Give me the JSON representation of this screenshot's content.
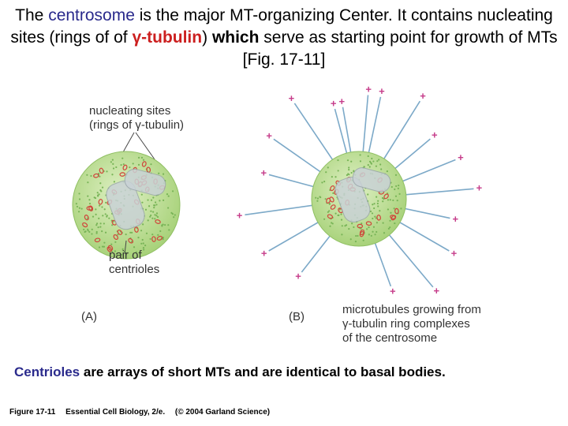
{
  "title": {
    "part1": "The ",
    "centrosome": "centrosome",
    "part2": " is the major MT-organizing Center. It contains nucleating sites (rings of of ",
    "gamma_tubulin": "γ-tubulin",
    "part3": ") ",
    "which": "which",
    "part4": " serve as starting point for growth of MTs [Fig. 17-11]"
  },
  "figure": {
    "panel_a": {
      "label": "(A)",
      "nucleating_line1": "nucleating sites",
      "nucleating_line2": "(rings of γ-tubulin)",
      "centrioles_line1": "pair of",
      "centrioles_line2": "centrioles"
    },
    "panel_b": {
      "label": "(B)",
      "mt_line1": "microtubules growing from",
      "mt_line2": "γ-tubulin ring complexes",
      "mt_line3": "of the centrosome",
      "plus_sign": "+"
    },
    "colors": {
      "centrosome_fill": "#b9dc8e",
      "centrosome_dot": "#78b457",
      "gamma_ring": "#d0443a",
      "centriole": "#c9d2d6",
      "microtubule": "#7ca9c8",
      "plus_end": "#c63c8a"
    }
  },
  "caption": {
    "centrioles": "Centrioles",
    "rest": " are arrays of short MTs and are identical to basal bodies."
  },
  "footer": {
    "figure_number": "Figure 17-11",
    "book": "Essential Cell Biology, 2/e.",
    "copyright": "(© 2004 Garland Science)"
  }
}
